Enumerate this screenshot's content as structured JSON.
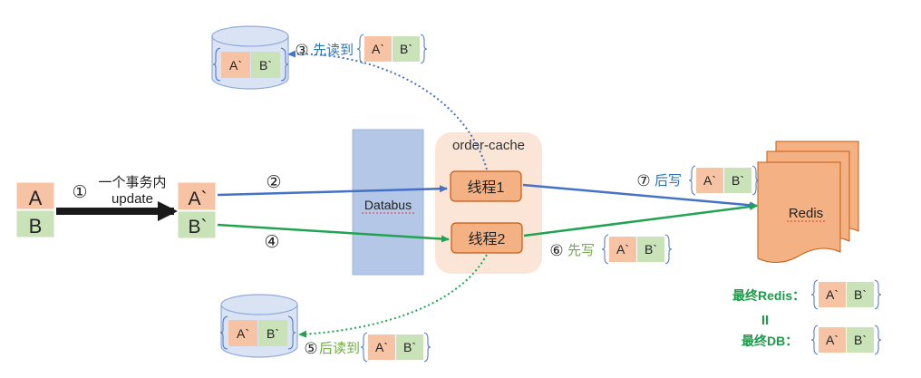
{
  "source": {
    "a_label": "A",
    "b_label": "B"
  },
  "step1": {
    "number": "①",
    "line1": "一个事务内",
    "line2": "update"
  },
  "updated": {
    "a_label": "A`",
    "b_label": "B`"
  },
  "step2": {
    "number": "②"
  },
  "step4": {
    "number": "④"
  },
  "databus": {
    "label": "Databus"
  },
  "order_cache": {
    "title": "order-cache",
    "thread1": "线程1",
    "thread2": "线程2"
  },
  "step3": {
    "number": "③",
    "label": "先读到",
    "a": "A`",
    "b": "B`"
  },
  "step5": {
    "number": "⑤",
    "label": "后读到",
    "a": "A`",
    "b": "B`"
  },
  "step6": {
    "number": "⑥",
    "label": "先写",
    "a": "A`",
    "b": "B`"
  },
  "step7": {
    "number": "⑦",
    "label": "后写",
    "a": "A`",
    "b": "B`"
  },
  "db_top": {
    "a": "A`",
    "b": "B`"
  },
  "db_bottom": {
    "a": "A`",
    "b": "B`"
  },
  "redis": {
    "label": "Redis"
  },
  "final_redis": {
    "label": "最终Redis：",
    "a": "A`",
    "b": "B`"
  },
  "equals": {
    "symbol": "II"
  },
  "final_db": {
    "label": "最终DB：",
    "a": "A`",
    "b": "B`"
  },
  "colors": {
    "orange_fill": "#f6c3a4",
    "green_fill": "#c9e2b8",
    "blue_arrow": "#4472c4",
    "green_arrow": "#21a352",
    "step_blue": "#2e75b6",
    "step_green": "#70ad47",
    "final_green": "#1f9a4a",
    "databus_fill": "#b4c7e7",
    "cache_bg": "#fbe5d6",
    "thread_fill": "#f4b183",
    "thread_stroke": "#c55a11",
    "redis_fill": "#f4b183"
  }
}
